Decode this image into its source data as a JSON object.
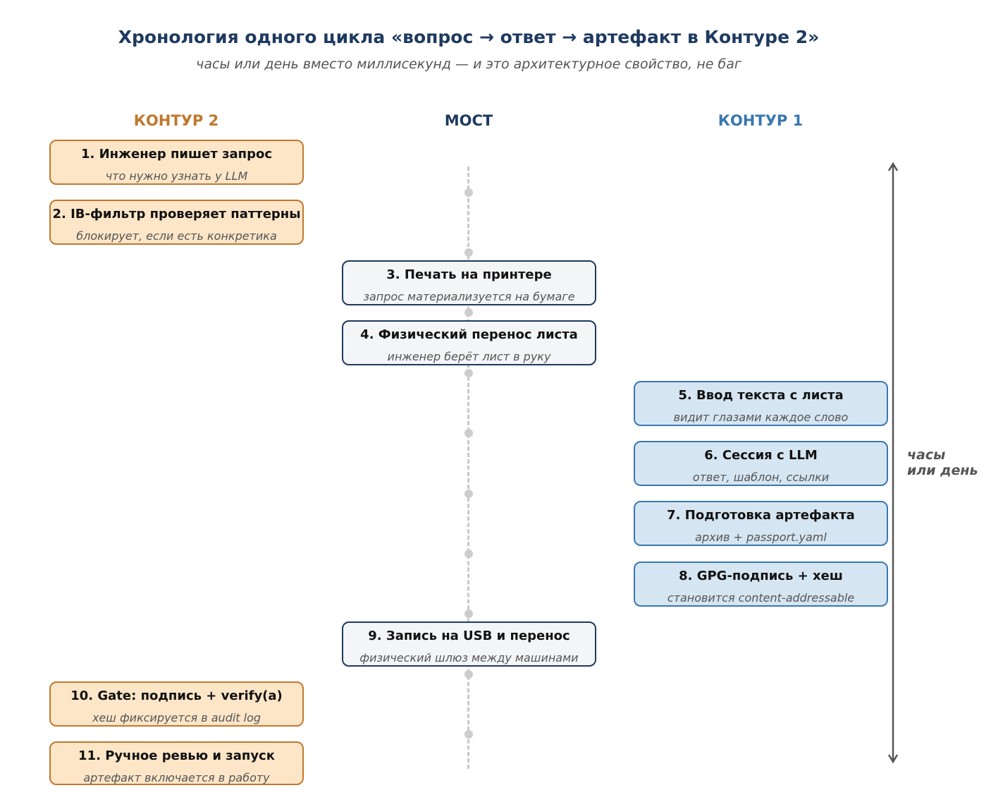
{
  "header": {
    "title": "Хронология одного цикла «вопрос → ответ → артефакт в Контуре 2»",
    "subtitle": "часы или день вместо миллисекунд — и это архитектурное свойство, не баг"
  },
  "columns": {
    "kontur2": {
      "label": "КОНТУР 2",
      "color": "#c0782e"
    },
    "bridge": {
      "label": "МОСТ",
      "color": "#1f3a5f"
    },
    "kontur1": {
      "label": "КОНТУР 1",
      "color": "#3a78b0"
    }
  },
  "steps": [
    {
      "title": "1. Инженер пишет запрос",
      "subtitle": "что нужно узнать у LLM",
      "column": "kontur2"
    },
    {
      "title": "2. IB-фильтр проверяет паттерны",
      "subtitle": "блокирует, если есть конкретика",
      "column": "kontur2"
    },
    {
      "title": "3. Печать на принтере",
      "subtitle": "запрос материализуется на бумаге",
      "column": "bridge"
    },
    {
      "title": "4. Физический перенос листа",
      "subtitle": "инженер берёт лист в руку",
      "column": "bridge"
    },
    {
      "title": "5. Ввод текста с листа",
      "subtitle": "видит глазами каждое слово",
      "column": "kontur1"
    },
    {
      "title": "6. Сессия с LLM",
      "subtitle": "ответ, шаблон, ссылки",
      "column": "kontur1"
    },
    {
      "title": "7. Подготовка артефакта",
      "subtitle": "архив + passport.yaml",
      "column": "kontur1"
    },
    {
      "title": "8. GPG-подпись + хеш",
      "subtitle": "становится content-addressable",
      "column": "kontur1"
    },
    {
      "title": "9. Запись на USB и перенос",
      "subtitle": "физический шлюз между машинами",
      "column": "bridge"
    },
    {
      "title": "10. Gate: подпись + verify(a)",
      "subtitle": "хеш фиксируется в audit log",
      "column": "kontur2"
    },
    {
      "title": "11. Ручное ревью и запуск",
      "subtitle": "артефакт включается в работу",
      "column": "kontur2"
    }
  ],
  "duration_label": {
    "line1": "часы",
    "line2": "или день"
  }
}
